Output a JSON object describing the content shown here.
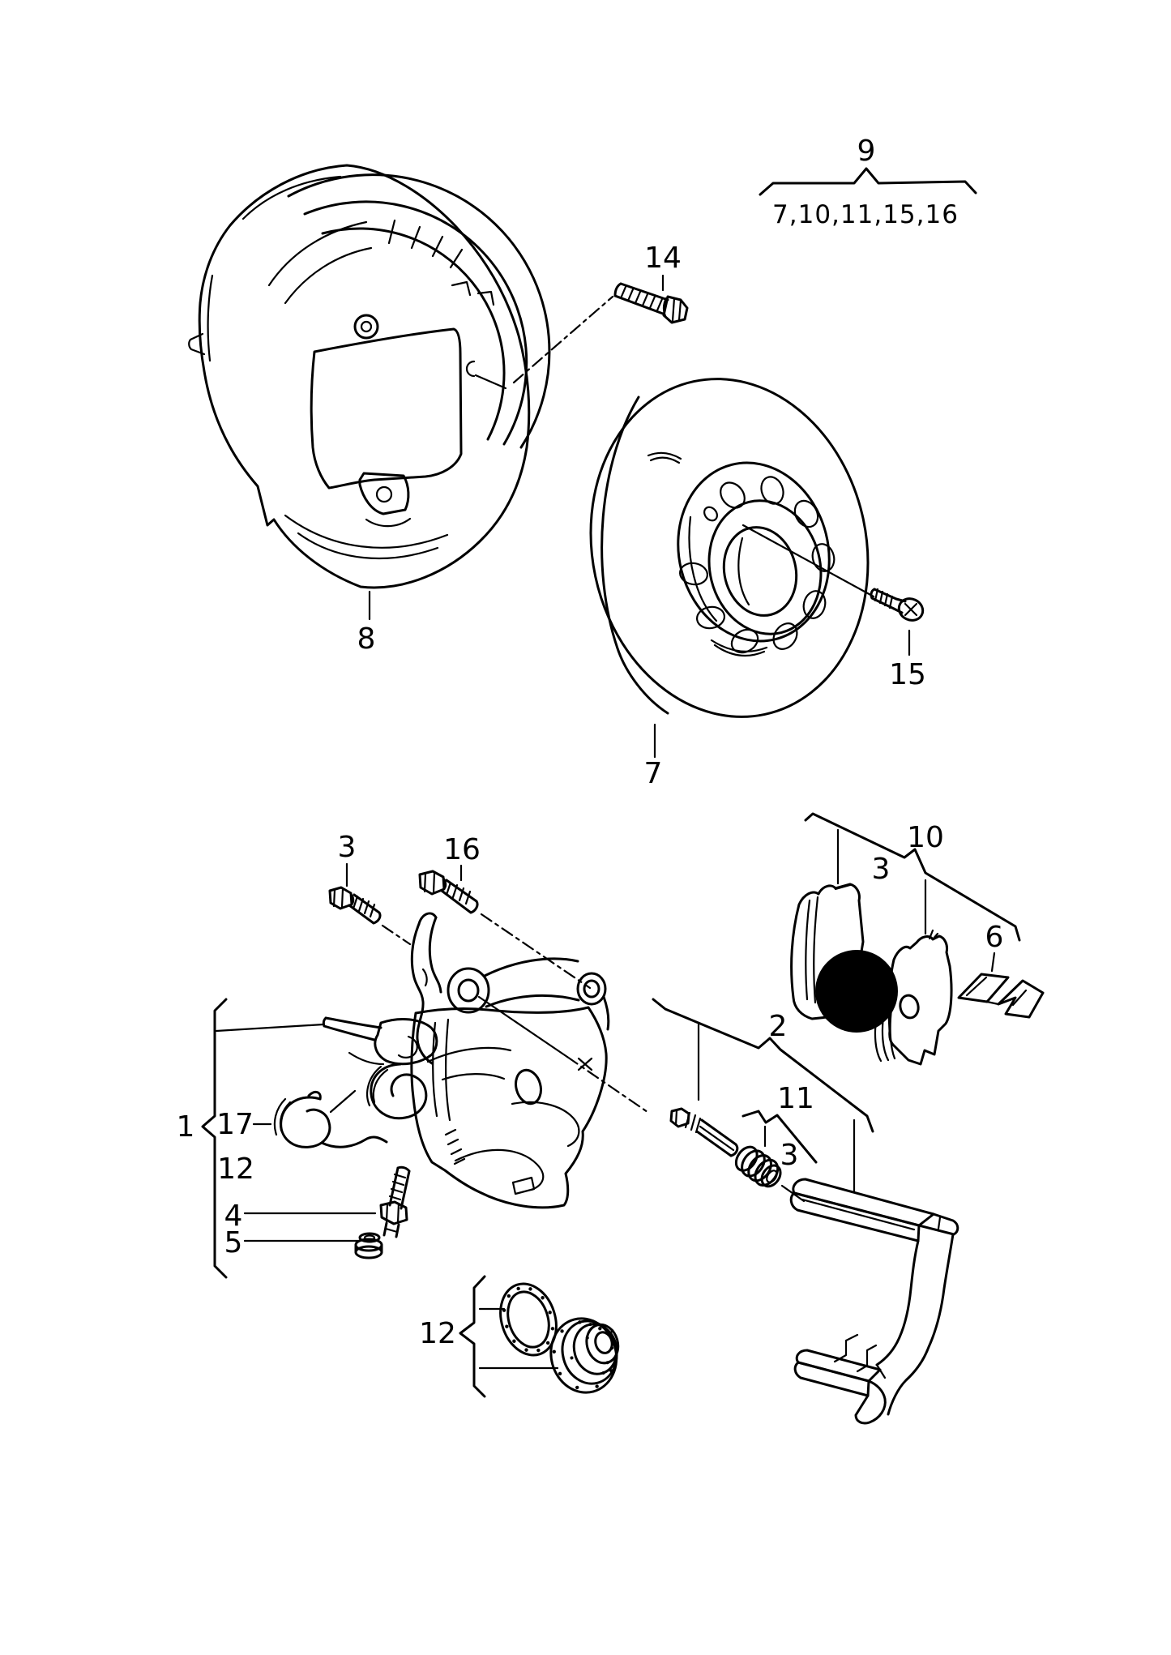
{
  "figure": {
    "paper_color": "#ffffff",
    "ink_color": "#000000"
  },
  "callouts": {
    "group9": {
      "number": "9",
      "items": "7,10,11,15,16"
    },
    "n14": "14",
    "n8": "8",
    "n7": "7",
    "n15": "15",
    "n3_bolt": "3",
    "n16": "16",
    "n10": "10",
    "n3_pad": "3",
    "n6": "6",
    "n2": "2",
    "n11": "11",
    "n3_boot": "3",
    "n1": "1",
    "n17": "17",
    "n12_list": "12",
    "n4": "4",
    "n5": "5",
    "n12_seals": "12"
  }
}
